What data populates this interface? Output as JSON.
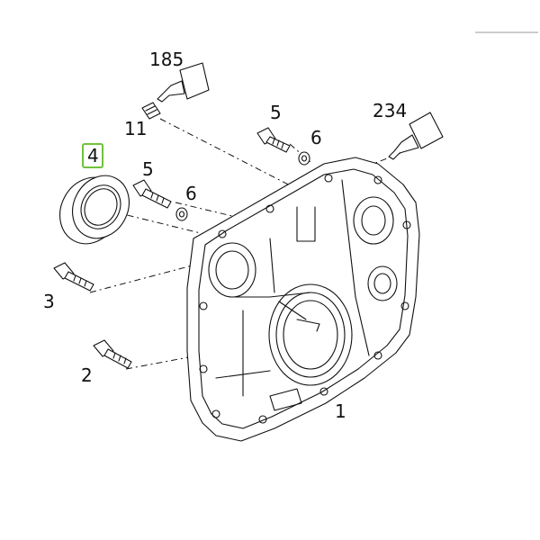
{
  "diagram": {
    "accent_color": "#6fc23b",
    "selected_callout": "4",
    "callouts": [
      {
        "id": "185",
        "label": "185"
      },
      {
        "id": "11",
        "label": "11"
      },
      {
        "id": "5a",
        "label": "5"
      },
      {
        "id": "6a",
        "label": "6"
      },
      {
        "id": "234",
        "label": "234"
      },
      {
        "id": "4",
        "label": "4"
      },
      {
        "id": "5b",
        "label": "5"
      },
      {
        "id": "6b",
        "label": "6"
      },
      {
        "id": "3",
        "label": "3"
      },
      {
        "id": "2",
        "label": "2"
      },
      {
        "id": "1",
        "label": "1"
      }
    ]
  }
}
